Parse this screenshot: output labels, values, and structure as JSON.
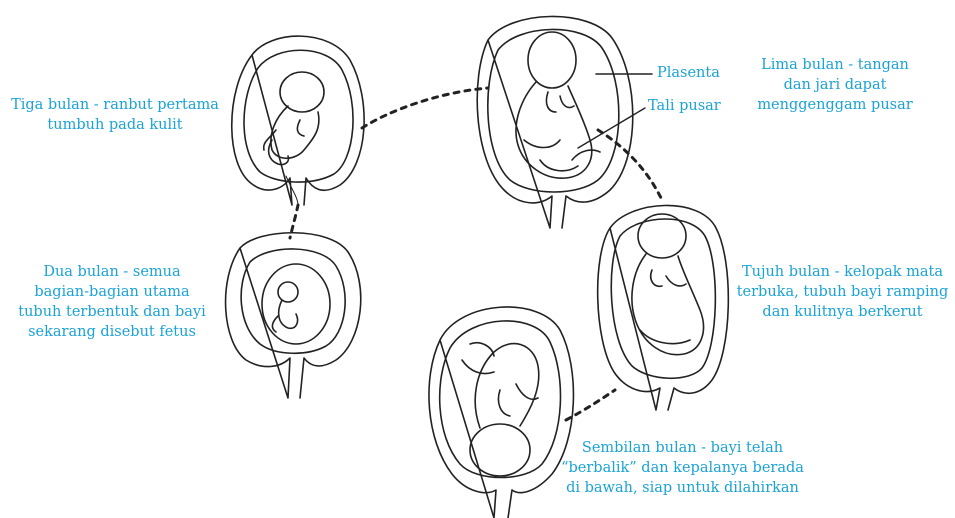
{
  "accent_color": "#1aa3d6",
  "stages": {
    "two_months": [
      "Dua bulan - semua",
      "bagian-bagian utama",
      "tubuh terbentuk dan bayi",
      "sekarang disebut fetus"
    ],
    "three_months": [
      "Tiga bulan - ranbut pertama",
      "tumbuh pada kulit"
    ],
    "five_months": [
      "Lima bulan - tangan",
      "dan jari dapat",
      "menggenggam pusar"
    ],
    "seven_months": [
      "Tujuh bulan - kelopak mata",
      "terbuka, tubuh bayi ramping",
      "dan kulitnya berkerut"
    ],
    "nine_months": [
      "Sembilan bulan - bayi telah",
      "“berbalik” dan kepalanya berada",
      "di bawah, siap untuk dilahirkan"
    ]
  },
  "callouts": {
    "placenta": "Plasenta",
    "umbilical_cord": "Tali pusar"
  }
}
